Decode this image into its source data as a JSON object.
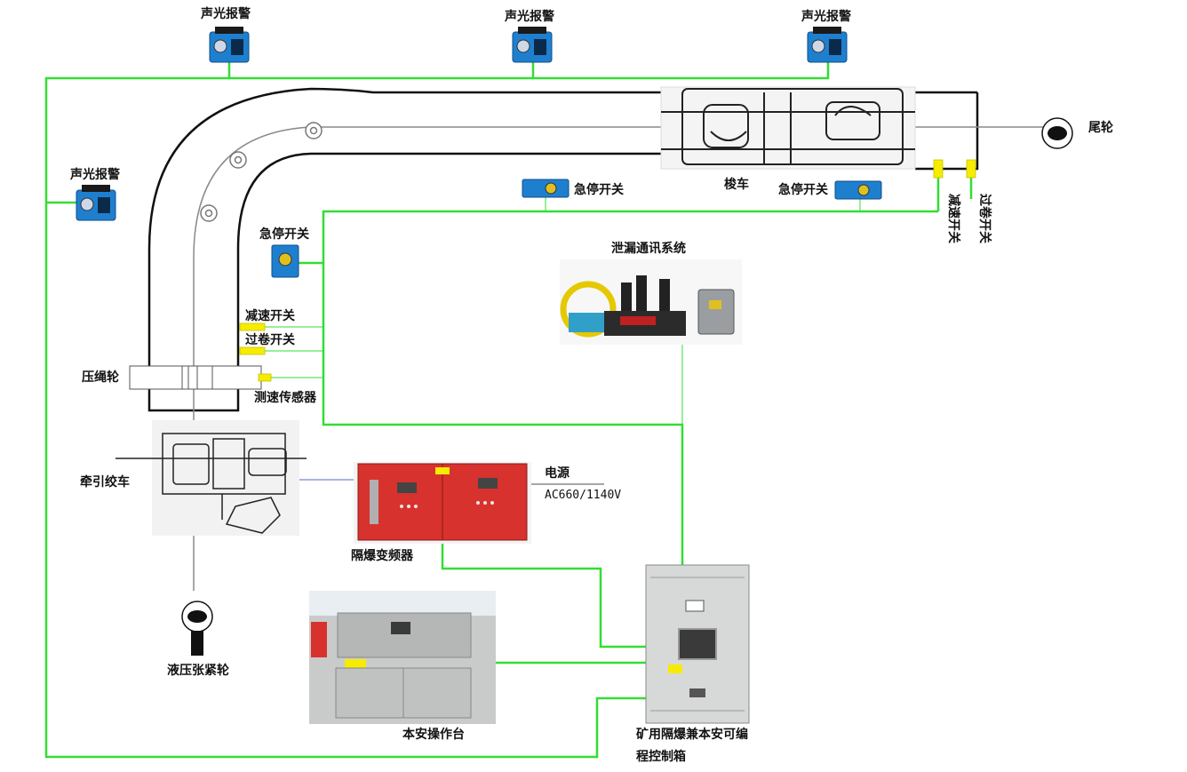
{
  "colors": {
    "signal_line": "#33dd33",
    "rope": "#111111",
    "rope_inner": "#888888",
    "sensor": "#f5ec00",
    "device_blue": "#1f7fcf",
    "converter_red": "#d8322e",
    "cabinet_grey": "#d7d9d8",
    "power_line": "#5566cc"
  },
  "labels": {
    "alarm_top_1": "声光报警",
    "alarm_top_2": "声光报警",
    "alarm_top_3": "声光报警",
    "alarm_left": "声光报警",
    "tail_wheel": "尾轮",
    "shuttle_car": "梭车",
    "estop_top_left": "急停开关",
    "estop_top_right": "急停开关",
    "estop_left": "急停开关",
    "decel_switch_right": "减速开关",
    "overwind_switch_right": "过卷开关",
    "leaky_comm": "泄漏通讯系统",
    "decel_switch_left": "减速开关",
    "overwind_switch_left": "过卷开关",
    "rope_press_wheel": "压绳轮",
    "speed_sensor": "测速传感器",
    "winch": "牵引绞车",
    "power_title": "电源",
    "power_spec": "AC660/1140V",
    "converter": "隔爆变频器",
    "tension_wheel": "液压张紧轮",
    "console": "本安操作台",
    "plc_box_line1": "矿用隔爆兼本安可编",
    "plc_box_line2": "程控制箱"
  },
  "icons": {
    "alarm": "sound-light-alarm-icon",
    "estop": "emergency-stop-icon",
    "wheel": "pulley-wheel-icon"
  }
}
